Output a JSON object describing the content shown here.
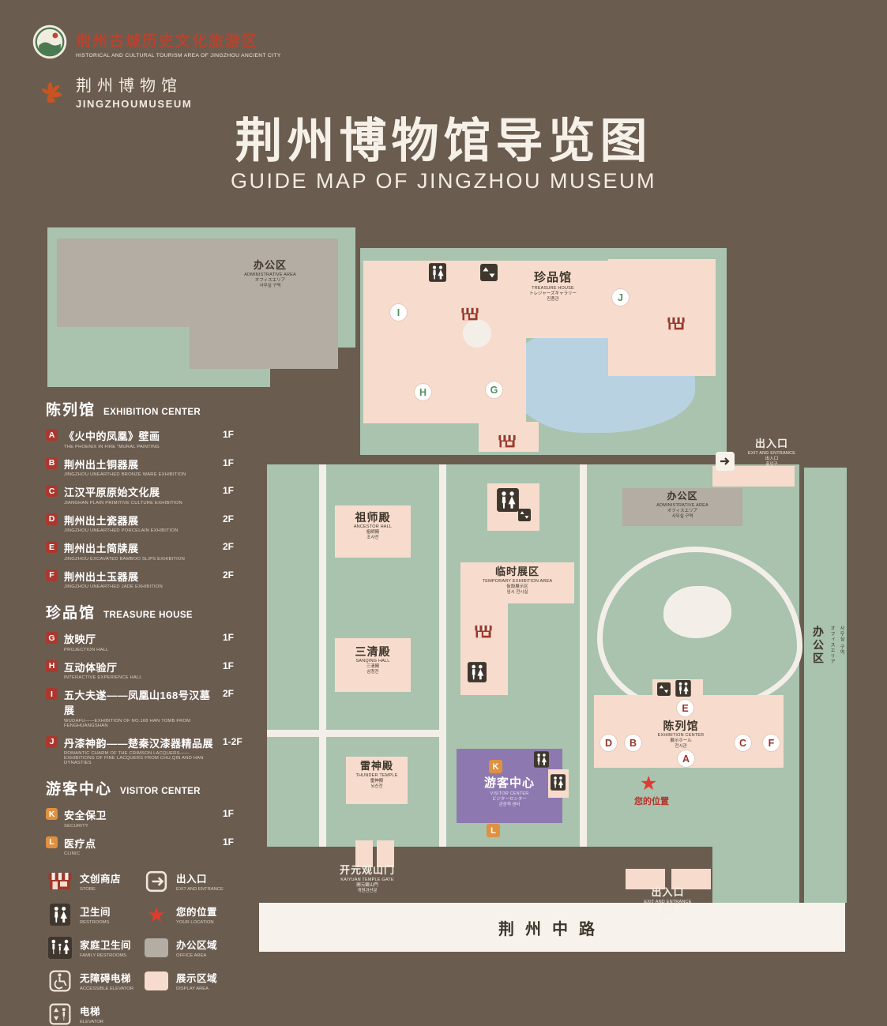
{
  "header": {
    "brand1_cn": "荆州古城历史文化旅游区",
    "brand1_en": "HISTORICAL AND CULTURAL TOURISM AREA OF JINGZHOU ANCIENT CITY",
    "brand2_cn": "荆州博物馆",
    "brand2_en": "JINGZHOUMUSEUM",
    "title_cn": "荆州博物馆导览图",
    "title_en": "GUIDE MAP OF JINGZHOU MUSEUM"
  },
  "legend": {
    "sections": [
      {
        "cn": "陈列馆",
        "en": "EXHIBITION CENTER",
        "badge_color": "#ab382e",
        "items": [
          {
            "letter": "A",
            "cn": "《火中的凤凰》壁画",
            "en": "THE PHOENIX IN FIRE \"MURAL PAINTING",
            "floor": "1F"
          },
          {
            "letter": "B",
            "cn": "荆州出土铜器展",
            "en": "JINGZHOU UNEARTHED BRONZE WARE EXHIBITION",
            "floor": "1F"
          },
          {
            "letter": "C",
            "cn": "江汉平原原始文化展",
            "en": "JIANGHAN PLAIN PRIMITIVE CULTURE EXHIBITION",
            "floor": "1F"
          },
          {
            "letter": "D",
            "cn": "荆州出土瓷器展",
            "en": "JINGZHOU UNEARTHED PORCELAIN EXHIBITION",
            "floor": "2F"
          },
          {
            "letter": "E",
            "cn": "荆州出土简牍展",
            "en": "JINGZHOU EXCAVATED BAMBOO SLIPS EXHIBITION",
            "floor": "2F"
          },
          {
            "letter": "F",
            "cn": "荆州出土玉器展",
            "en": "JINGZHOU UNEARTHED JADE EXHIBITION",
            "floor": "2F"
          }
        ]
      },
      {
        "cn": "珍品馆",
        "en": "TREASURE HOUSE",
        "badge_color": "#ab382e",
        "items": [
          {
            "letter": "G",
            "cn": "放映厅",
            "en": "PROJECTION HALL",
            "floor": "1F"
          },
          {
            "letter": "H",
            "cn": "互动体验厅",
            "en": "INTERACTIVE EXPERIENCE HALL",
            "floor": "1F"
          },
          {
            "letter": "I",
            "cn": "五大夫遂——凤凰山168号汉墓展",
            "en": "WUDAFU——EXHIBITION OF NO.168 HAN TOMB FROM FENGHUANGSHAN",
            "floor": "2F"
          },
          {
            "letter": "J",
            "cn": "丹漆神韵——楚秦汉漆器精品展",
            "en": "ROMANTIC CHARM OF THE CRIMSON LACQUERS——EXHIBITIONS OF FINE LACQUERS FROM CHU,QIN AND HAN DYNASTIES",
            "floor": "1-2F"
          }
        ]
      },
      {
        "cn": "游客中心",
        "en": "VISITOR CENTER",
        "badge_color": "#df9140",
        "items": [
          {
            "letter": "K",
            "cn": "安全保卫",
            "en": "SECURITY",
            "floor": "1F"
          },
          {
            "letter": "L",
            "cn": "医疗点",
            "en": "CLINIC",
            "floor": "1F"
          }
        ]
      }
    ],
    "icons": [
      {
        "icon": "store",
        "cn": "文创商店",
        "en": "STORE"
      },
      {
        "icon": "exit",
        "cn": "出入口",
        "en": "EXIT AND ENTRANCE"
      },
      {
        "icon": "restroom",
        "cn": "卫生间",
        "en": "RESTROOMS"
      },
      {
        "icon": "star",
        "cn": "您的位置",
        "en": "YOUR LOCATION"
      },
      {
        "icon": "family",
        "cn": "家庭卫生间",
        "en": "FAMILY RESTROOMS"
      },
      {
        "icon": "office",
        "cn": "办公区域",
        "en": "OFFICE AREA"
      },
      {
        "icon": "accessible",
        "cn": "无障碍电梯",
        "en": "ACCESSIBLE ELEVATOR"
      },
      {
        "icon": "display",
        "cn": "展示区域",
        "en": "DISPLAY AREA"
      },
      {
        "icon": "elevator",
        "cn": "电梯",
        "en": "ELEVATOR"
      }
    ]
  },
  "map": {
    "admin_top": {
      "cn": "办公区",
      "en": "ADMINISTRATIVE AREA",
      "jp": "オフィスエリア",
      "kr": "사무실 구역"
    },
    "treasure": {
      "cn": "珍品馆",
      "en": "TREASURE HOUSE",
      "jp": "トレジャーズギャラリー",
      "kr": "진품관"
    },
    "ancestor": {
      "cn": "祖师殿",
      "en": "ANCESTOR HALL",
      "jp": "祖師殿",
      "kr": "조사전"
    },
    "admin_mid": {
      "cn": "办公区",
      "en": "ADMINISTRATIVE AREA",
      "jp": "オフィスエリア",
      "kr": "사무실 구역"
    },
    "temporary": {
      "cn": "临时展区",
      "en": "TEMPORARY EXHIBITION AREA",
      "jp": "仮設展示区",
      "kr": "임시 전시실"
    },
    "sanqing": {
      "cn": "三清殿",
      "en": "SANQING HALL",
      "jp": "三清殿",
      "kr": "삼청전"
    },
    "thunder": {
      "cn": "雷神殿",
      "en": "THUNDER TEMPLE",
      "jp": "雷神殿",
      "kr": "뇌신전"
    },
    "visitor": {
      "cn": "游客中心",
      "en": "VISITOR CENTER",
      "jp": "ビジターセンター",
      "kr": "관광객 센터"
    },
    "exhibition": {
      "cn": "陈列馆",
      "en": "EXHIBITION CENTER",
      "jp": "展示ホール",
      "kr": "전시관"
    },
    "admin_right": {
      "cn": "办公区",
      "jp": "オフィスエリア",
      "kr": "사무실 구역"
    },
    "exit_top": {
      "cn": "出入口",
      "en": "EXIT AND ENTRANCE",
      "jp": "出入口",
      "kr": "출입구"
    },
    "exit_bottom": {
      "cn": "出入口",
      "en": "EXIT AND ENTRANCE",
      "jp": "出入口",
      "kr": "출입구"
    },
    "gate": {
      "cn": "开元观山门",
      "en": "KAIYUAN TEMPLE GATE",
      "jp": "開元観山門",
      "kr": "개원관산문"
    },
    "road": {
      "cn": "荆州中路"
    },
    "your_location": {
      "cn": "您的位置"
    },
    "markers": {
      "A": "A",
      "B": "B",
      "C": "C",
      "D": "D",
      "E": "E",
      "F": "F",
      "G": "G",
      "H": "H",
      "I": "I",
      "J": "J",
      "K": "K",
      "L": "L"
    }
  }
}
